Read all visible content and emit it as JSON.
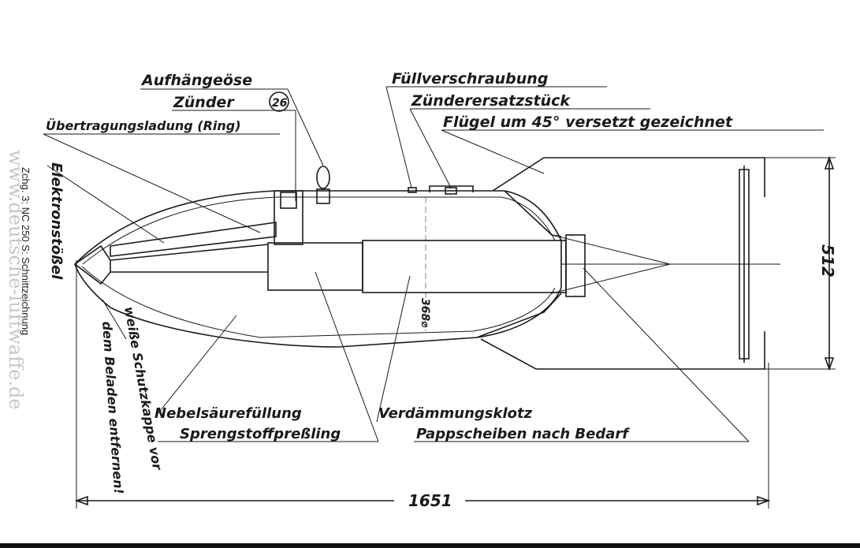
{
  "labels": {
    "aufhaengeoese": "Aufhängeöse",
    "zuender": "Zünder",
    "zuender_number": "26",
    "uebertragungsladung": "Übertragungsladung (Ring)",
    "fuellverschraubung": "Füllverschraubung",
    "zuenderersatzstueck": "Zünderersatzstück",
    "fluegel": "Flügel um 45° versetzt gezeichnet",
    "elektronstoessel": "Elektronstößel",
    "weisse_schutzkappe": "weiße Schutzkappe vor",
    "dem_beladen": "dem Beladen entfernen!",
    "nebelsaeurefuellung": "Nebelsäurefüllung",
    "sprengstoffpressling": "Sprengstoffpreßling",
    "verdaemmungsklotz": "Verdämmungsklotz",
    "pappscheiben": "Pappscheiben nach Bedarf"
  },
  "dimensions": {
    "length": "1651",
    "fin_span": "512",
    "diameter": "368⌀"
  },
  "caption": "Zchg. 3: NC 250 S: Schnittzeichnung",
  "watermark": "www.deutsche-luftwaffe.de"
}
